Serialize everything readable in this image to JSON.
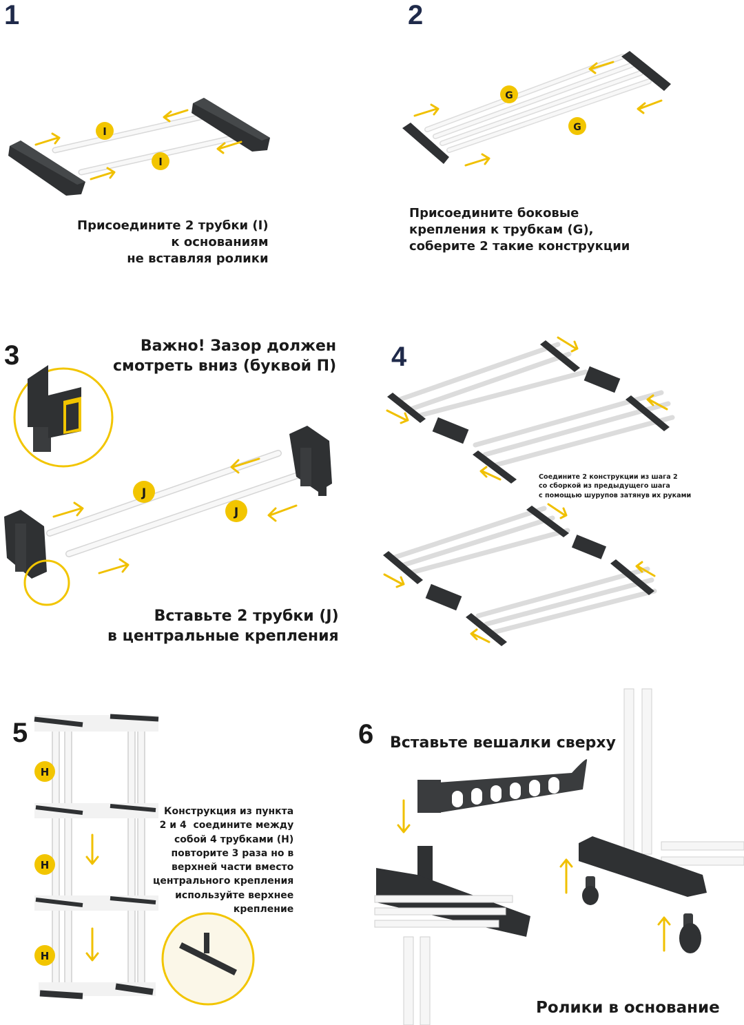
{
  "steps": [
    {
      "number": "1",
      "caption": "Присоедините 2 трубки (I)\nк основаниям\nне вставляя ролики",
      "badge": "I"
    },
    {
      "number": "2",
      "caption": "Присоедините боковые\nкрепления к трубкам (G),\nсоберите 2 такие конструкции",
      "badge": "G"
    },
    {
      "number": "3",
      "note": "Важно! Зазор должен\nсмотреть вниз (буквой П)",
      "caption": "Вставьте 2 трубки (J)\nв центральные крепления",
      "badge": "J"
    },
    {
      "number": "4",
      "caption": "Соедините 2 конструкции из шага 2\nсо сборкой из предыдущего шага\nс помощью шурупов затянув их руками"
    },
    {
      "number": "5",
      "caption": "Конструкция из пункта\n2 и 4  соедините между\nсобой 4 трубками (H)\nповторите 3 раза но в\nверхней части вместо\nцентрального крепления\nиспользуйте верхнее\nкрепление",
      "badge": "H"
    },
    {
      "number": "6",
      "title": "Вставьте вешалки сверху",
      "caption": "Ролики в основание"
    }
  ],
  "colors": {
    "accent": "#f2c500",
    "arrow": "#f0c000",
    "dark": "#2f3133",
    "step_blue": "#1f2a4a",
    "tube": "#f4f4f4"
  }
}
